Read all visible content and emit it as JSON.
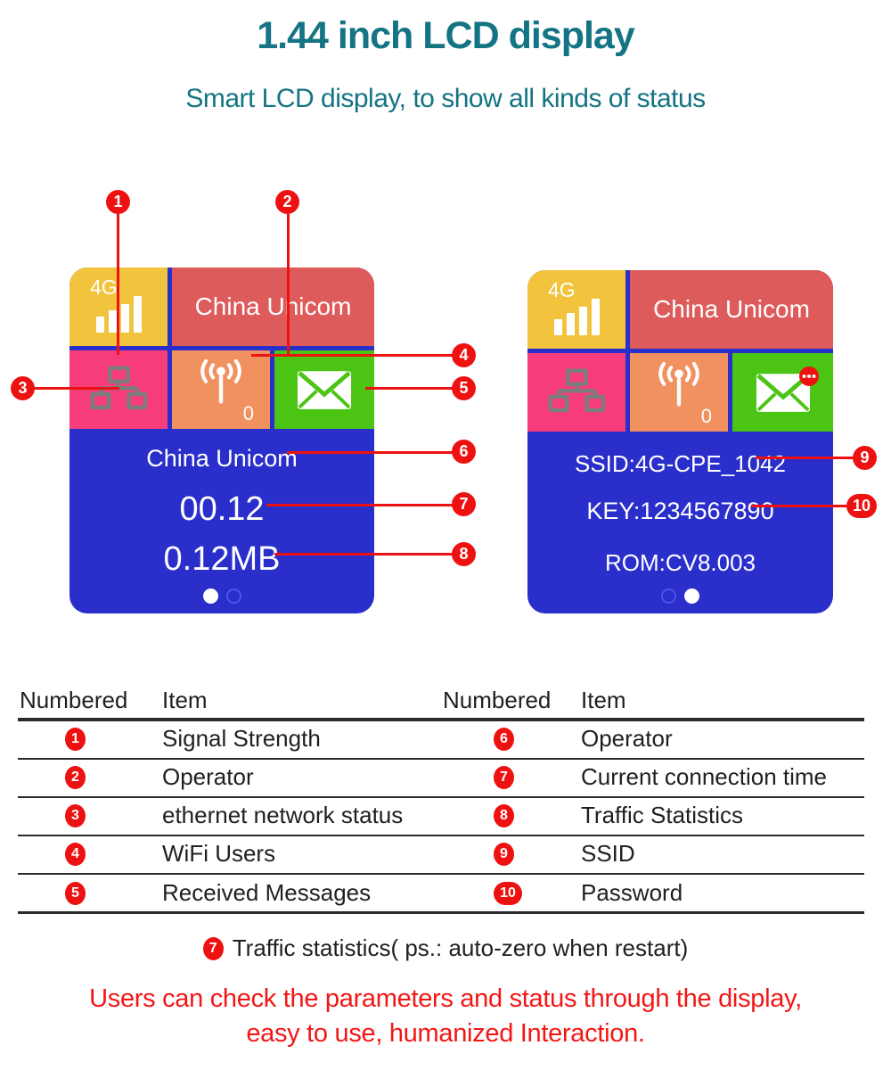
{
  "title": "1.44 inch LCD display",
  "subtitle": "Smart LCD display, to show all kinds of status",
  "colors": {
    "teal": "#147484",
    "accent_red": "#ed1111",
    "footer_red": "#f21715",
    "yellow_tile": "#f2c43d",
    "red_tile": "#de5b5b",
    "pink_tile": "#f73c7c",
    "orange_tile": "#f0915f",
    "green_tile": "#4cc414",
    "screen_blue": "#2a2ecb",
    "icon_gray": "#7d7d7d",
    "dot_outline": "#4d55e8",
    "text_dark": "#1f1f1f"
  },
  "screens": {
    "left": {
      "signal": "4G",
      "operator": "China Unicom",
      "wifi_users": "0",
      "line_operator": "China Unicom",
      "line_time": "00.12",
      "line_traffic": "0.12MB"
    },
    "right": {
      "signal": "4G",
      "operator": "China Unicom",
      "wifi_users": "0",
      "line_ssid": "SSID:4G-CPE_1042",
      "line_key": "KEY:1234567890",
      "line_rom": "ROM:CV8.003"
    }
  },
  "callouts": {
    "n1": "1",
    "n2": "2",
    "n3": "3",
    "n4": "4",
    "n5": "5",
    "n6": "6",
    "n7": "7",
    "n8": "8",
    "n9": "9",
    "n10": "10"
  },
  "table": {
    "headers": [
      "Numbered",
      "Item",
      "Numbered",
      "Item"
    ],
    "rows": [
      [
        "1",
        "Signal Strength",
        "6",
        "Operator"
      ],
      [
        "2",
        "Operator",
        "7",
        "Current connection time"
      ],
      [
        "3",
        "ethernet network status",
        "8",
        "Traffic Statistics"
      ],
      [
        "4",
        "WiFi Users",
        "9",
        "SSID"
      ],
      [
        "5",
        "Received Messages",
        "10",
        "Password"
      ]
    ]
  },
  "footnote": {
    "num": "7",
    "text": "Traffic statistics( ps.: auto-zero when restart)"
  },
  "footer": {
    "line1": "Users can check the parameters and status through the display,",
    "line2": "easy to use, humanized Interaction."
  }
}
